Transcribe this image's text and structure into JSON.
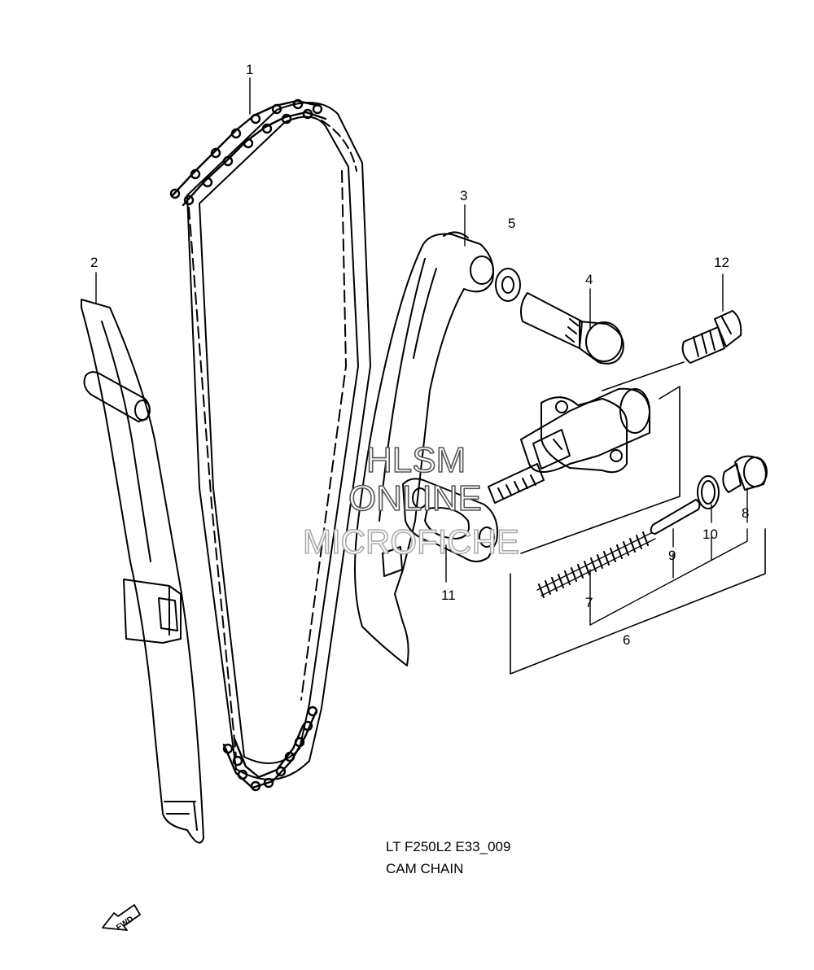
{
  "diagram": {
    "code": "LT F250L2 E33_009",
    "name": "CAM CHAIN",
    "fwd_label": "FWD",
    "watermark": [
      "HLSM",
      "ONLINE",
      "MICROFICHE"
    ],
    "callouts": [
      {
        "id": "1",
        "label": "1",
        "part": "cam-chain"
      },
      {
        "id": "2",
        "label": "2",
        "part": "chain-guide"
      },
      {
        "id": "3",
        "label": "3",
        "part": "tensioner-arm"
      },
      {
        "id": "4",
        "label": "4",
        "part": "bolt"
      },
      {
        "id": "5",
        "label": "5",
        "part": "washer"
      },
      {
        "id": "6",
        "label": "6",
        "part": "tensioner-assembly"
      },
      {
        "id": "7",
        "label": "7",
        "part": "spring"
      },
      {
        "id": "8",
        "label": "8",
        "part": "plug-bolt"
      },
      {
        "id": "9",
        "label": "9",
        "part": "pin"
      },
      {
        "id": "10",
        "label": "10",
        "part": "gasket-ring"
      },
      {
        "id": "11",
        "label": "11",
        "part": "gasket"
      },
      {
        "id": "12",
        "label": "12",
        "part": "bolt"
      }
    ]
  }
}
